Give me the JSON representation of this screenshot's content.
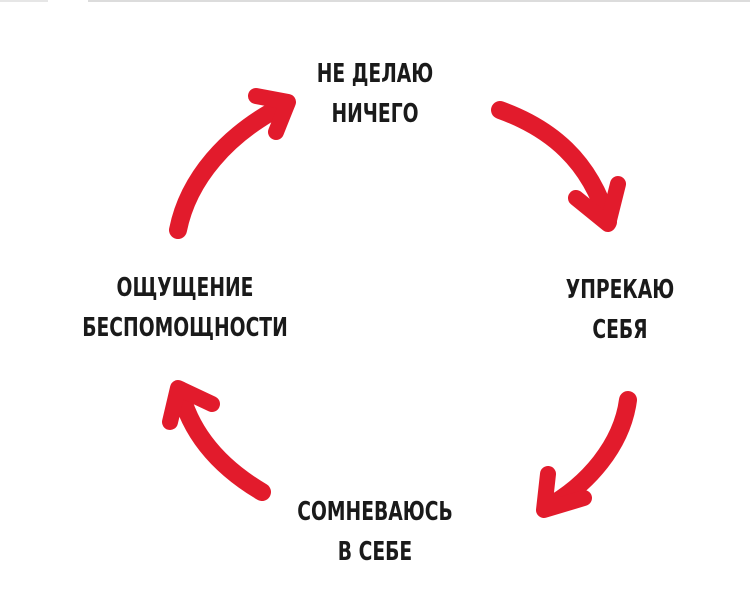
{
  "colors": {
    "arrow": "#e21b2c",
    "text": "#1a1a1a"
  },
  "diagram": {
    "type": "cycle",
    "direction": "clockwise",
    "nodes": [
      {
        "id": "top",
        "lines": [
          "НЕ ДЕЛАЮ",
          "НИЧЕГО"
        ]
      },
      {
        "id": "right",
        "lines": [
          "УПРЕКАЮ",
          "СЕБЯ"
        ]
      },
      {
        "id": "bottom",
        "lines": [
          "СОМНЕВАЮСЬ",
          "В СЕБЕ"
        ]
      },
      {
        "id": "left",
        "lines": [
          "ОЩУЩЕНИЕ",
          "БЕСПОМОЩНОСТИ"
        ]
      }
    ],
    "edges": [
      {
        "from": "top",
        "to": "right"
      },
      {
        "from": "right",
        "to": "bottom"
      },
      {
        "from": "bottom",
        "to": "left"
      },
      {
        "from": "left",
        "to": "top"
      }
    ]
  }
}
